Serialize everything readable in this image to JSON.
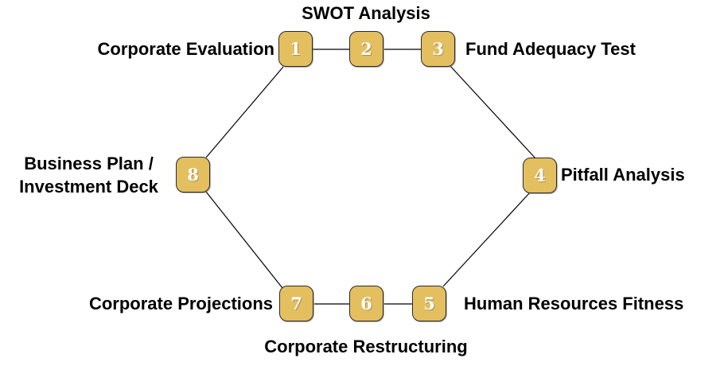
{
  "diagram": {
    "type": "cycle-process-diagram",
    "nodes": [
      {
        "number": "1",
        "label": "Corporate Evaluation",
        "label_position": "left"
      },
      {
        "number": "2",
        "label": "SWOT Analysis",
        "label_position": "top"
      },
      {
        "number": "3",
        "label": "Fund Adequacy Test",
        "label_position": "right"
      },
      {
        "number": "4",
        "label": "Pitfall Analysis",
        "label_position": "right"
      },
      {
        "number": "5",
        "label": "Human Resources Fitness",
        "label_position": "right"
      },
      {
        "number": "6",
        "label": "Corporate Restructuring",
        "label_position": "bottom"
      },
      {
        "number": "7",
        "label": "Corporate Projections",
        "label_position": "left"
      },
      {
        "number": "8",
        "label": "Business Plan / Investment Deck",
        "label_position": "left",
        "label_lines": [
          "Business Plan /",
          "Investment Deck"
        ]
      }
    ],
    "connections": [
      "1-2",
      "2-3",
      "3-4",
      "4-5",
      "5-6",
      "6-7",
      "7-8",
      "8-1"
    ],
    "colors": {
      "node_fill": "#E4BF60",
      "node_border": "#2A2A2A",
      "number_text": "#FFFFFF",
      "label_text": "#000000",
      "connector_line": "#000000",
      "background": "#FFFFFF"
    }
  }
}
